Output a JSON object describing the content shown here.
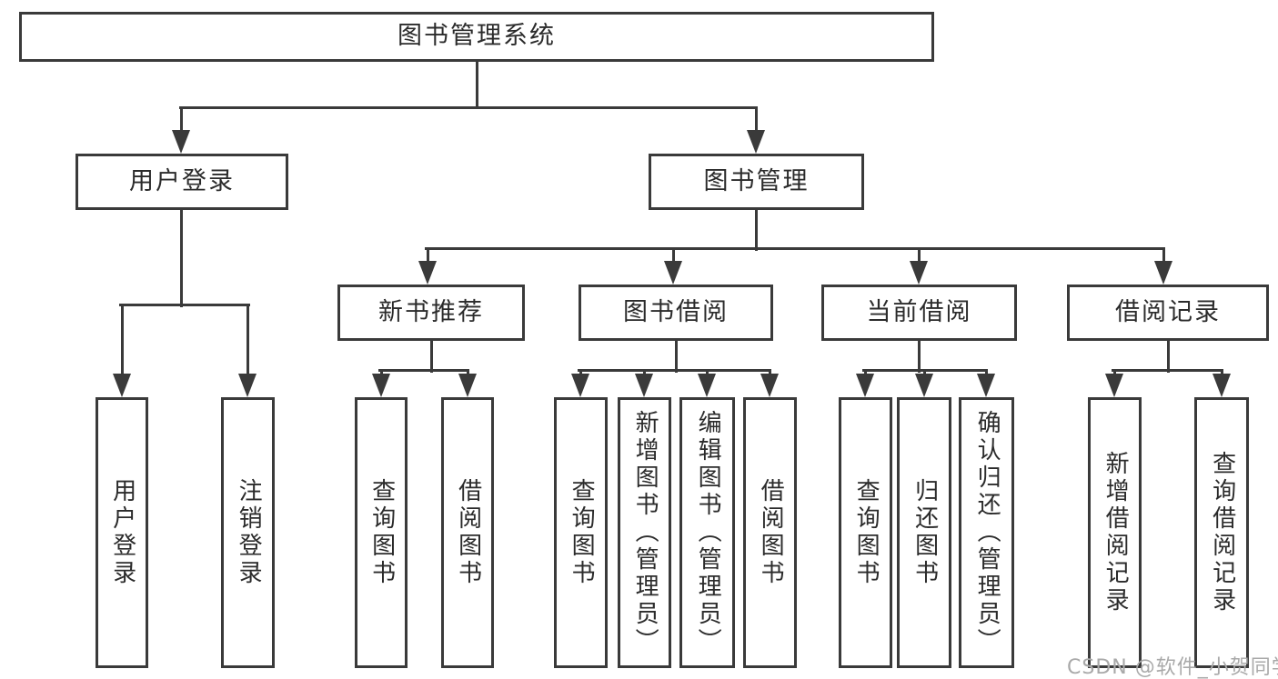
{
  "diagram": {
    "root_label": "图书管理系统",
    "level2": [
      "用户登录",
      "图书管理"
    ],
    "level3": [
      "新书推荐",
      "图书借阅",
      "当前借阅",
      "借阅记录"
    ],
    "leaves": [
      "用户登录",
      "注销登录",
      "查询图书",
      "借阅图书",
      "查询图书",
      "新增图书（管理员）",
      "编辑图书（管理员）",
      "借阅图书",
      "查询图书",
      "归还图书",
      "确认归还（管理员）",
      "新增借阅记录",
      "查询借阅记录"
    ],
    "hierarchy": {
      "图书管理系统": {
        "用户登录": [
          "用户登录",
          "注销登录"
        ],
        "图书管理": {
          "新书推荐": [
            "查询图书",
            "借阅图书"
          ],
          "图书借阅": [
            "查询图书",
            "新增图书（管理员）",
            "编辑图书（管理员）",
            "借阅图书"
          ],
          "当前借阅": [
            "查询图书",
            "归还图书",
            "确认归还（管理员）"
          ],
          "借阅记录": [
            "新增借阅记录",
            "查询借阅记录"
          ]
        }
      }
    },
    "colors": {
      "line": "#3a3a3a",
      "text": "#2b2b2b",
      "background": "#ffffff",
      "watermark": "#a9a9a9"
    }
  },
  "watermark": {
    "text": "CSDN @软件_小贺同学"
  }
}
